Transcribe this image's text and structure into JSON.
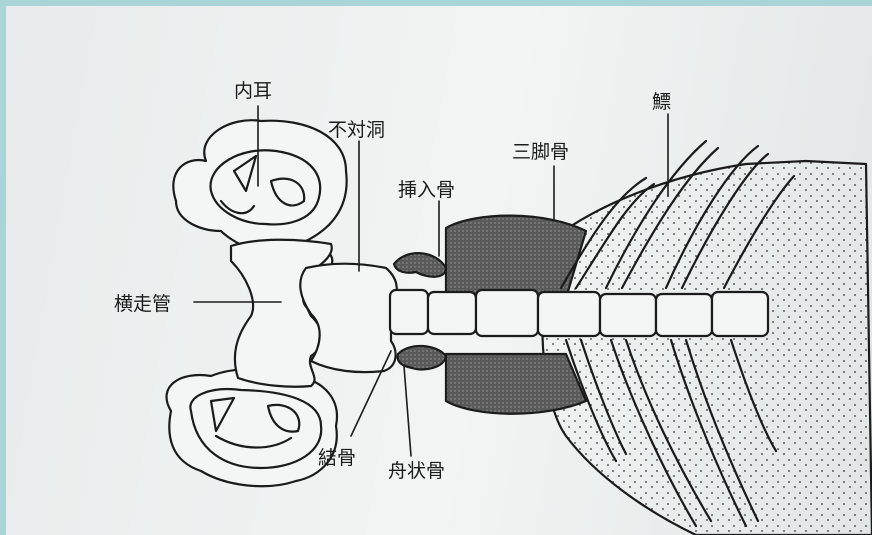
{
  "figure": {
    "labels": {
      "inner_ear": "内耳",
      "sinus_impar": "不対洞",
      "intercalarium": "挿入骨",
      "tripus": "三脚骨",
      "rib": "鰾",
      "transverse_canal": "横走管",
      "claustrum": "結骨",
      "scaphium": "舟状骨"
    }
  }
}
